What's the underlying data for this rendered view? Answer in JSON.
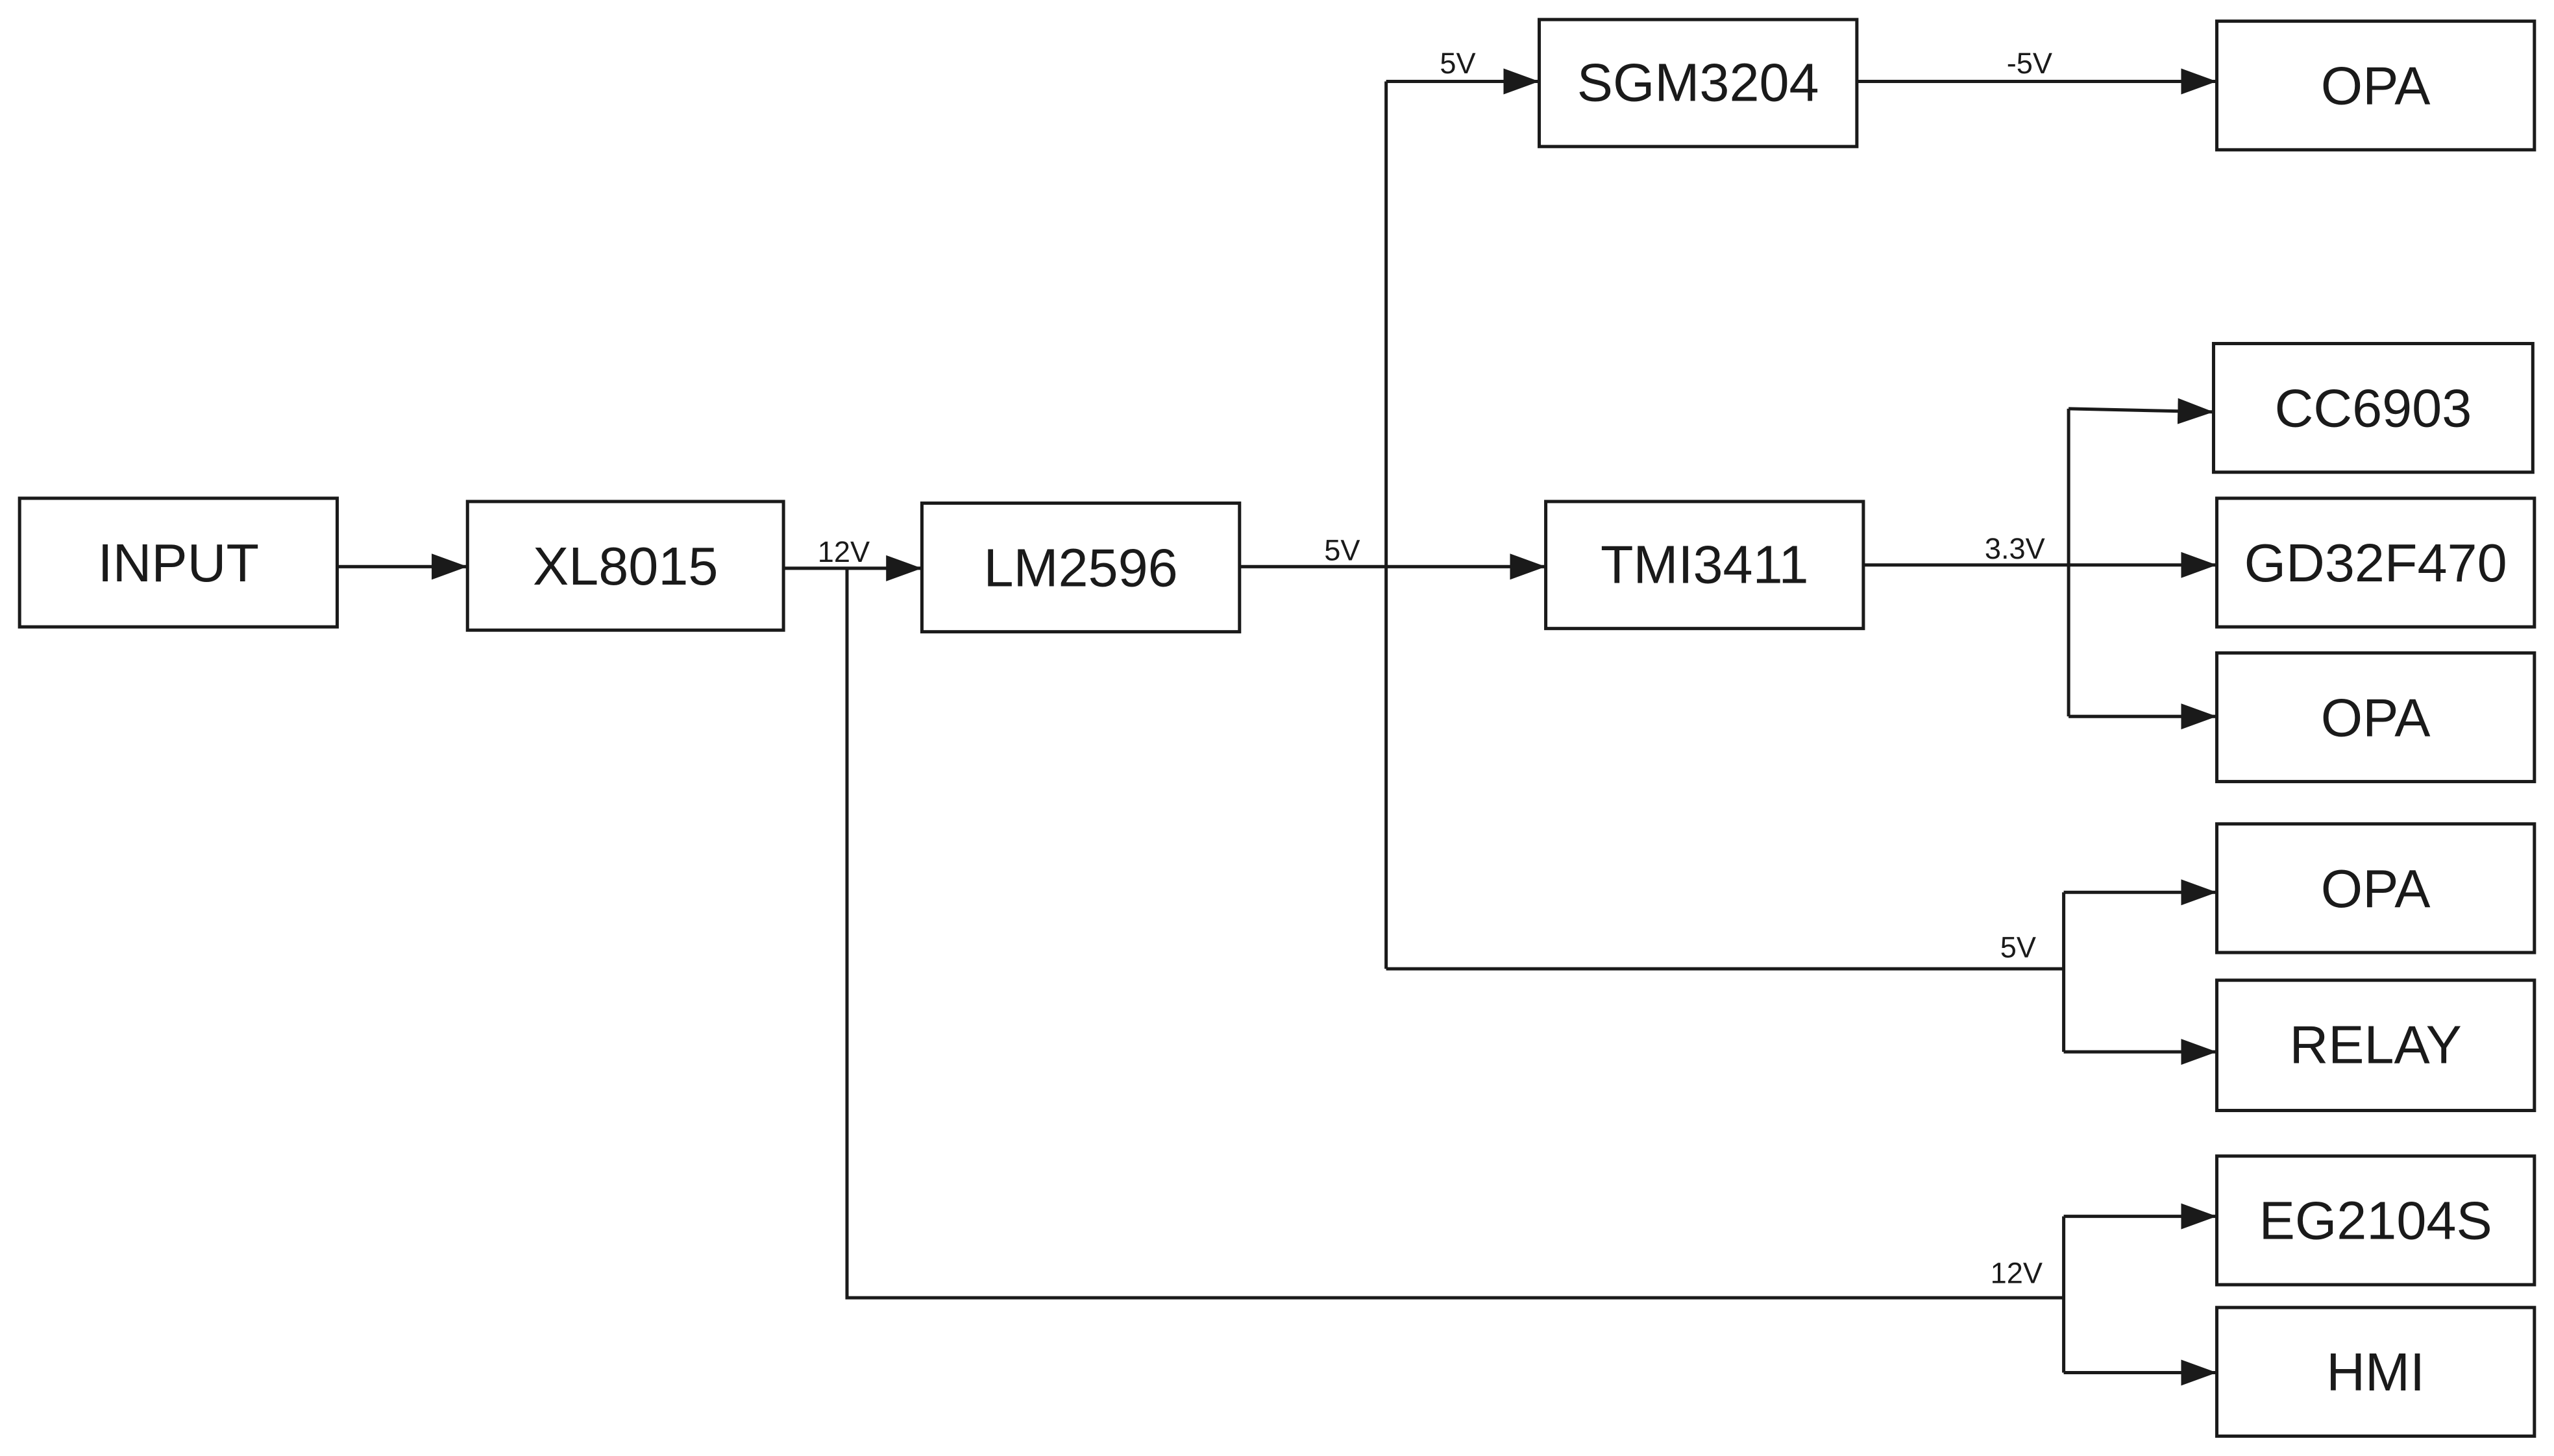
{
  "blocks": {
    "input": "INPUT",
    "xl8015": "XL8015",
    "lm2596": "LM2596",
    "sgm3204": "SGM3204",
    "tmi3411": "TMI3411",
    "opa_1": "OPA",
    "cc6903": "CC6903",
    "gd32f470": "GD32F470",
    "opa_2": "OPA",
    "opa_3": "OPA",
    "relay": "RELAY",
    "eg2104s": "EG2104S",
    "hmi": "HMI"
  },
  "rail_labels": {
    "xl8015_out": "12V",
    "lm2596_out": "5V",
    "sgm3204_in": "5V",
    "sgm3204_out": "-5V",
    "tmi3411_out": "3.3V",
    "branch_5v": "5V",
    "branch_12v": "12V"
  },
  "colors": {
    "line": "#1a1a1a",
    "background": "#ffffff"
  }
}
